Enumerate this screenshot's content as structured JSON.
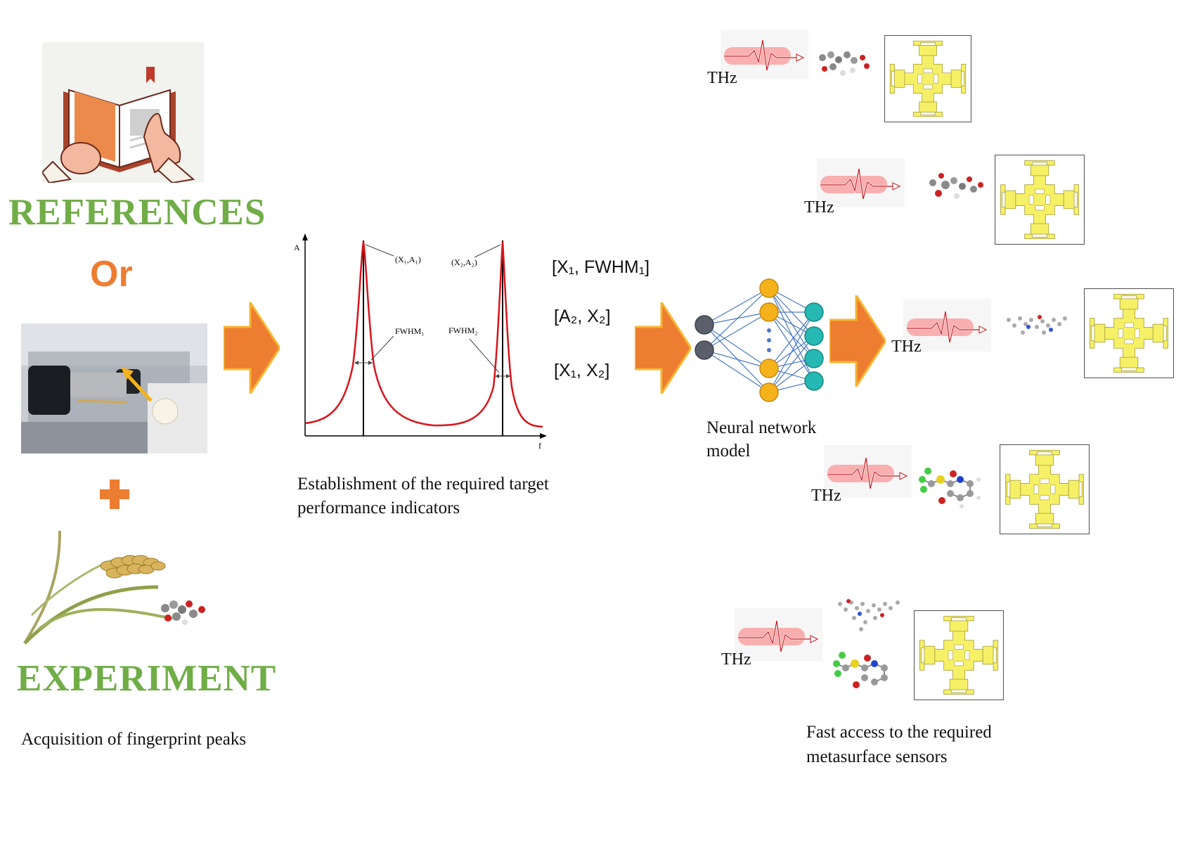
{
  "left": {
    "references_label": "REFERENCES",
    "or_label": "Or",
    "experiment_label": "EXPERIMENT",
    "caption": "Acquisition of fingerprint peaks"
  },
  "chart": {
    "y_axis_label": "A",
    "x_axis_label": "f",
    "peak1_label": "(X₁,A₁)",
    "peak2_label": "(X₂,A₂)",
    "fwhm1_label": "FWHM₁",
    "fwhm2_label": "FWHM₂",
    "caption_line1": "Establishment of the required target",
    "caption_line2": "performance indicators",
    "curve_color": "#d9141b"
  },
  "indicators": [
    {
      "text": "[X₁, FWHM₁]"
    },
    {
      "text": "[A₂, X₂]"
    },
    {
      "text": "[X₁, X₂]"
    }
  ],
  "network": {
    "caption_line1": "Neural network",
    "caption_line2": "model",
    "input_color": "#5a5f6b",
    "hidden_color": "#f5b21a",
    "output_color": "#26b8b2",
    "edge_color": "#4a78c2"
  },
  "thz_label": "THz",
  "outputs_caption_line1": "Fast access to the required",
  "outputs_caption_line2": "metasurface sensors",
  "colors": {
    "arrow": "#ed7d31",
    "arrow_edge": "#f7b530",
    "meta_fill": "#f6f066",
    "meta_stroke": "#a8a040"
  }
}
